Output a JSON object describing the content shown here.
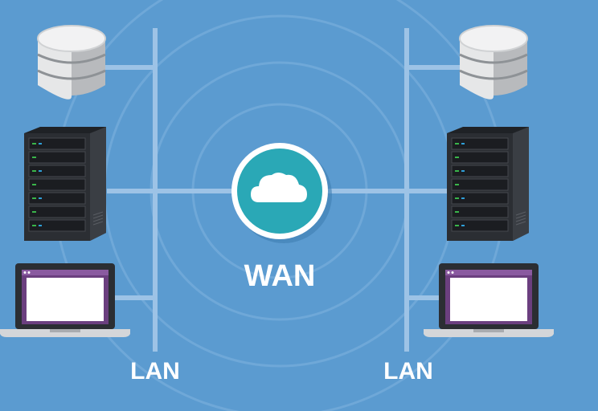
{
  "diagram": {
    "wan_label": "WAN",
    "lan_left_label": "LAN",
    "lan_right_label": "LAN"
  },
  "colors": {
    "background": "#5b9bd0",
    "link_line": "#9dc3e6",
    "cloud_fill": "#2aa8b6",
    "cloud_ring": "#ffffff",
    "laptop_screen_accent": "#6b3f7f",
    "server_body": "#2b2e33",
    "database_body": "#e6e7e8"
  },
  "icons": [
    "database-icon",
    "server-rack-icon",
    "laptop-icon",
    "cloud-icon"
  ]
}
